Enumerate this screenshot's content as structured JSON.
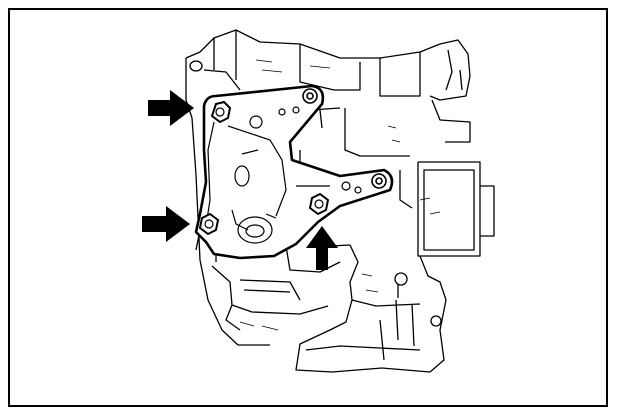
{
  "figure": {
    "subject": "engine-mounting-bracket",
    "indicator_arrows": 3,
    "highlighted_bolts": 3,
    "colors": {
      "line": "#000000",
      "background": "#ffffff",
      "arrow_fill": "#000000"
    }
  }
}
